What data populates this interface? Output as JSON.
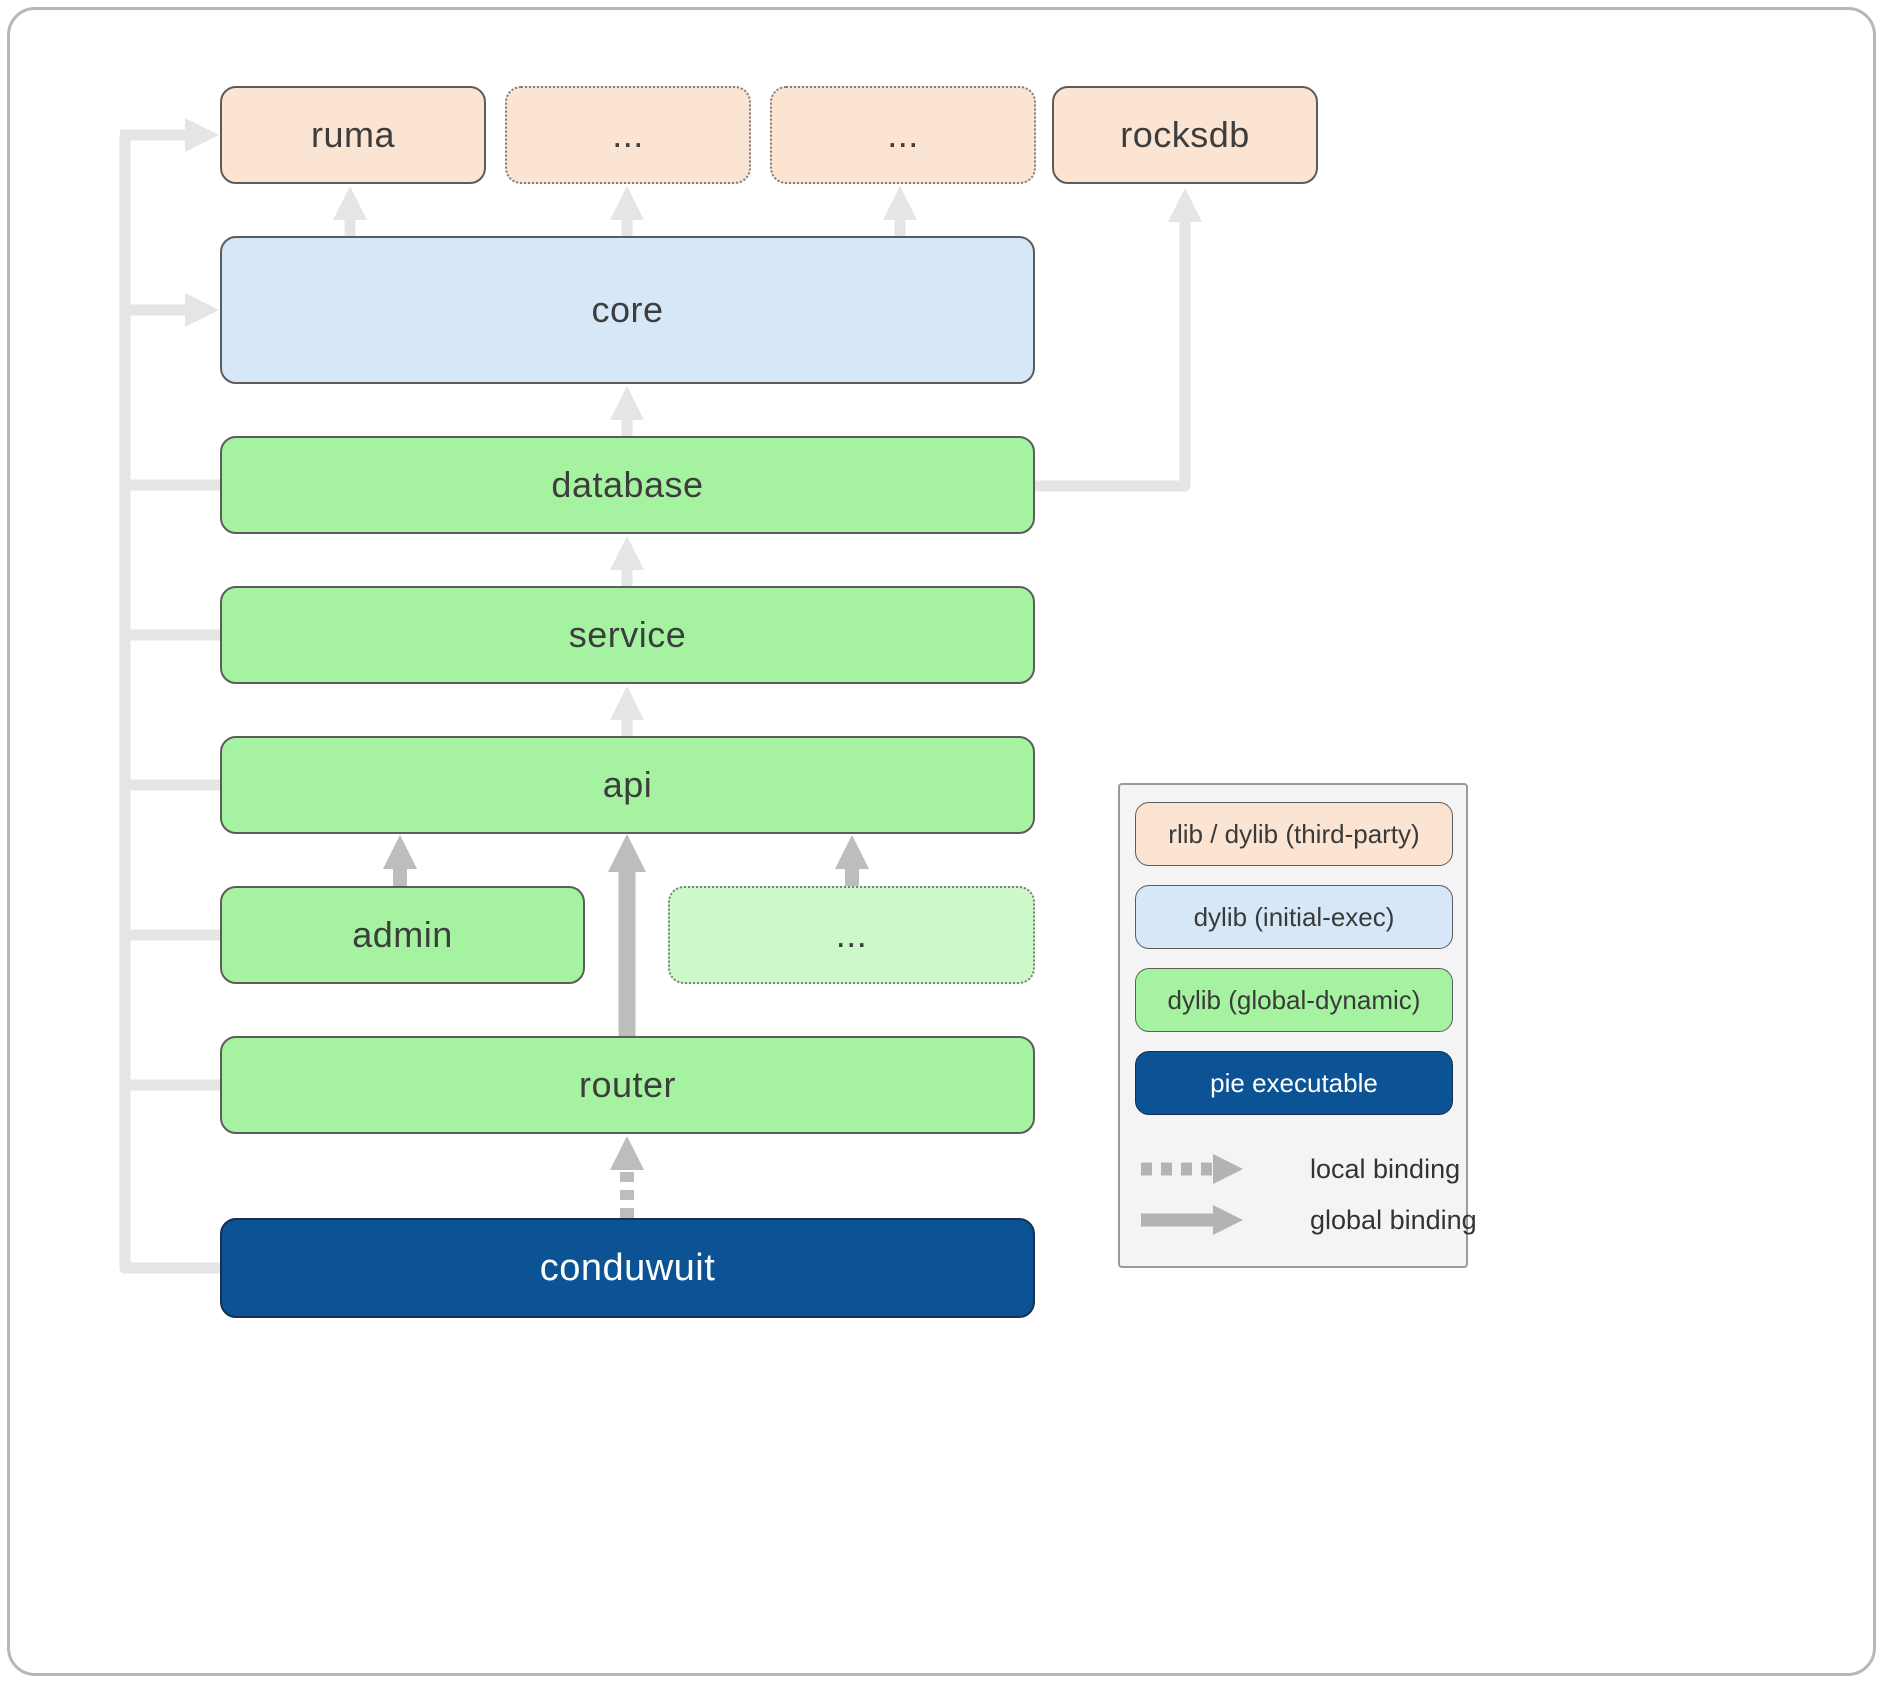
{
  "colors": {
    "third_party": "#fce4d2",
    "initial_exec": "#d6e7f8",
    "global_dynamic": "#a5f3a0",
    "global_dynamic_light": "#cdf8c9",
    "pie_executable": "#0b5394",
    "wire_light": "#e5e5e5",
    "wire_dark": "#bdbdbd",
    "legend_arrow": "#b3b3b3"
  },
  "boxes": {
    "ruma": "ruma",
    "dots_top_1": "...",
    "dots_top_2": "...",
    "rocksdb": "rocksdb",
    "core": "core",
    "database": "database",
    "service": "service",
    "api": "api",
    "admin": "admin",
    "dots_mid": "...",
    "router": "router",
    "conduwuit": "conduwuit"
  },
  "legend": {
    "items": [
      {
        "label": "rlib / dylib (third-party)",
        "type": "third-party"
      },
      {
        "label": "dylib (initial-exec)",
        "type": "initial-exec"
      },
      {
        "label": "dylib (global-dynamic)",
        "type": "global-dynamic"
      },
      {
        "label": "pie executable",
        "type": "pie-executable"
      }
    ],
    "bindings": [
      {
        "label": "local binding",
        "style": "dashed"
      },
      {
        "label": "global binding",
        "style": "solid"
      }
    ]
  }
}
